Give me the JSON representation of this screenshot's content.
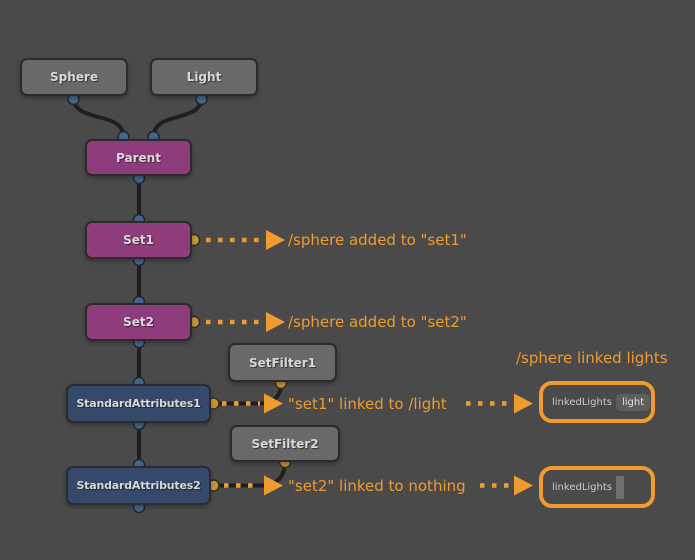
{
  "canvas": {
    "background_color": "#4a4a4a",
    "wire_color": "#1f1f1f",
    "accent_color": "#ef9b2f",
    "plug_color_blue": "#44658c",
    "plug_color_gold": "#c6953c"
  },
  "nodes": [
    {
      "id": "sphere",
      "label": "Sphere",
      "color": "#696969"
    },
    {
      "id": "light",
      "label": "Light",
      "color": "#696969"
    },
    {
      "id": "parent",
      "label": "Parent",
      "color": "#8e3c7b"
    },
    {
      "id": "set1",
      "label": "Set1",
      "color": "#8e3c7b"
    },
    {
      "id": "set2",
      "label": "Set2",
      "color": "#8e3c7b"
    },
    {
      "id": "setfilter1",
      "label": "SetFilter1",
      "color": "#696969"
    },
    {
      "id": "standardattributes1",
      "label": "StandardAttributes1",
      "color": "#35496b"
    },
    {
      "id": "setfilter2",
      "label": "SetFilter2",
      "color": "#696969"
    },
    {
      "id": "standardattributes2",
      "label": "StandardAttributes2",
      "color": "#35496b"
    }
  ],
  "annotations": {
    "set1": "/sphere added to \"set1\"",
    "set2": "/sphere added to \"set2\"",
    "attributes1": "\"set1\" linked to /light",
    "attributes2": "\"set2\" linked to nothing",
    "heading": "/sphere linked lights"
  },
  "inspector": {
    "rows": [
      {
        "attribute": "linkedLights",
        "value": "light",
        "has_value": true
      },
      {
        "attribute": "linkedLights",
        "value": "",
        "has_value": false
      }
    ]
  }
}
